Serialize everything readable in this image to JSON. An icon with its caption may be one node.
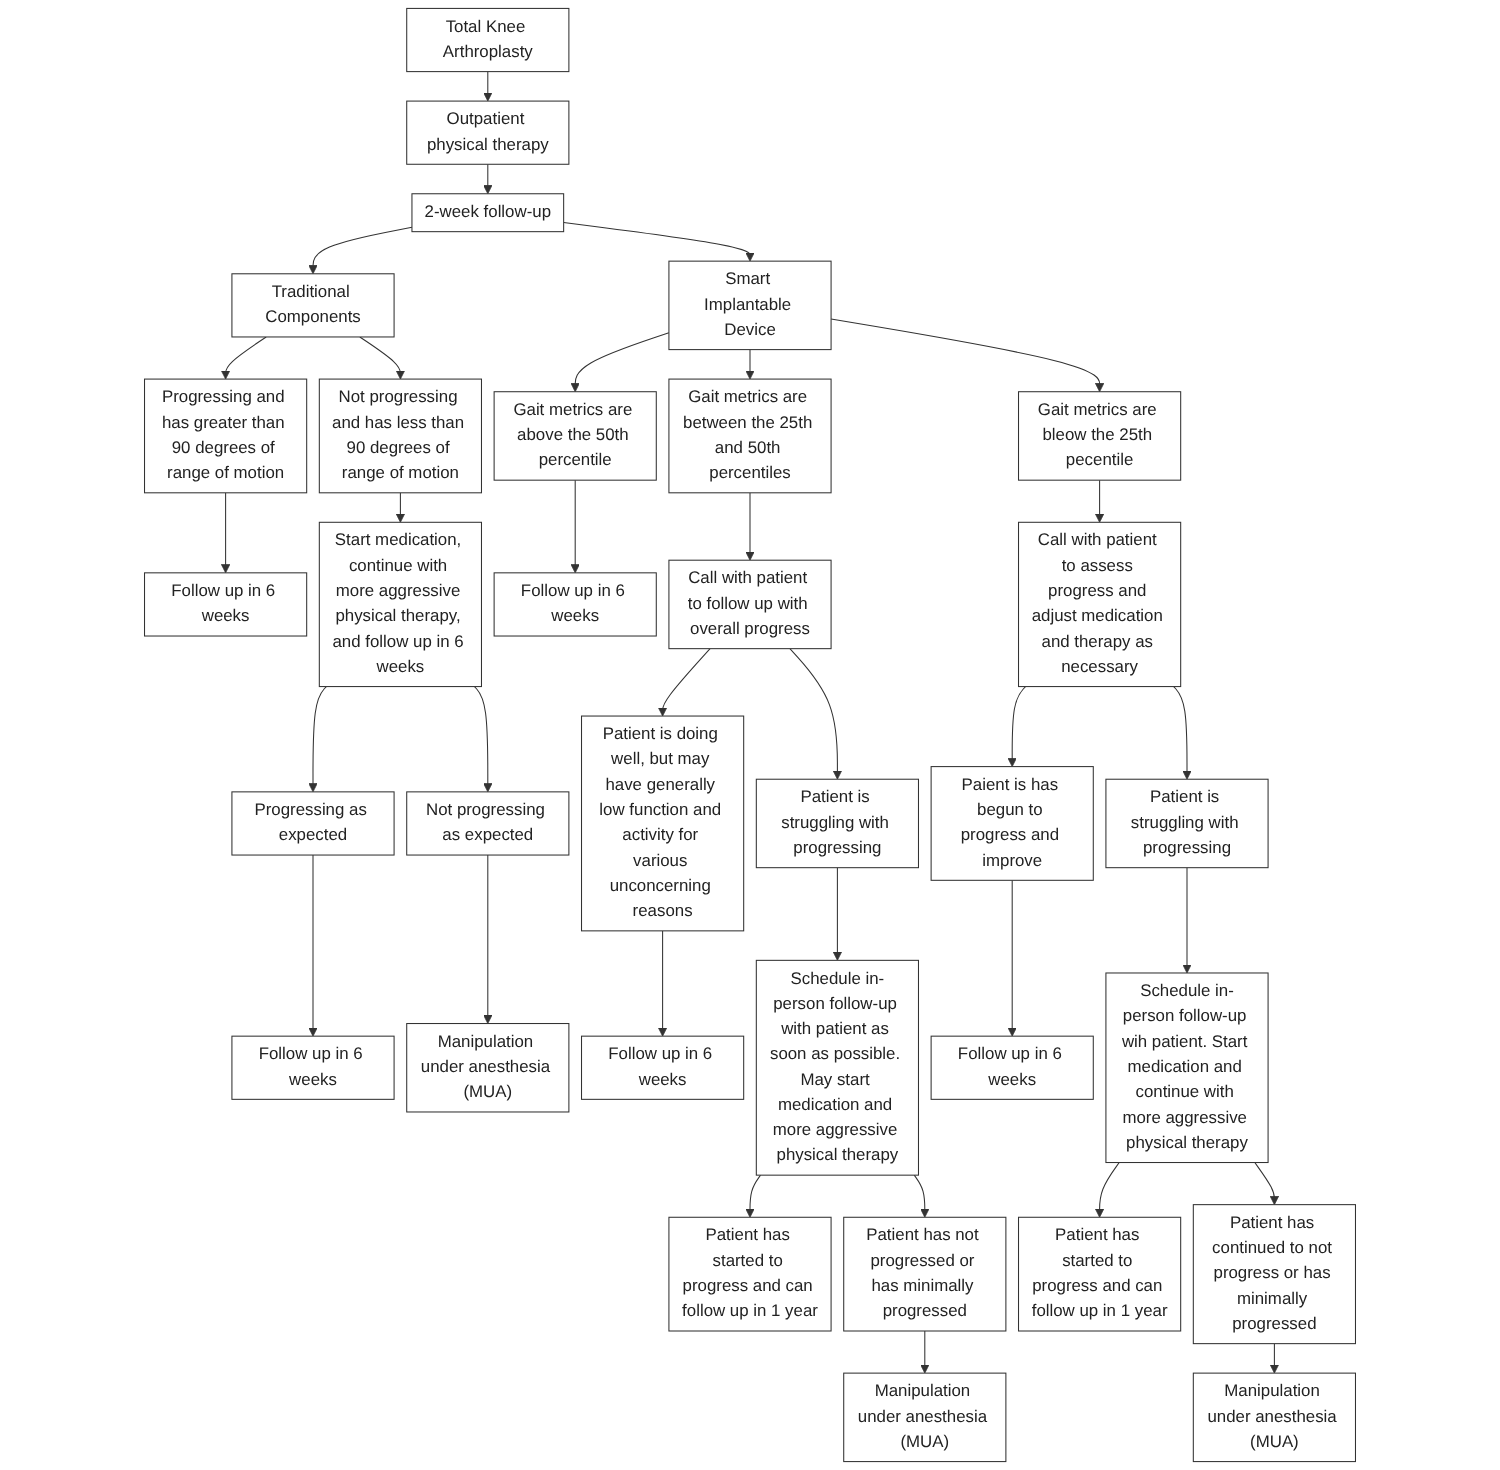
{
  "diagram": {
    "nodes": [
      {
        "text": [
          "Total Knee Arthroplasty"
        ]
      },
      {
        "text": [
          "Outpatient physical therapy"
        ]
      },
      {
        "text": [
          "2-week follow-up"
        ]
      },
      {
        "text": [
          "Traditional Components"
        ]
      },
      {
        "text": [
          "Smart Implantable Device"
        ]
      },
      {
        "text": [
          "Progressing and has greater than 90 degrees of range of motion"
        ]
      },
      {
        "text": [
          "Not progressing and has less than 90 degrees of range of motion"
        ]
      },
      {
        "text": [
          "Gait metrics are above the 50th percentile"
        ]
      },
      {
        "text": [
          "Gait metrics are between the 25th and 50th percentiles"
        ]
      },
      {
        "text": [
          "Gait metrics are bleow the 25th pecentile"
        ]
      },
      {
        "text": [
          "Follow up in 6 weeks"
        ]
      },
      {
        "text": [
          "Start medication, continue with more aggressive physical therapy, and follow up in 6 weeks"
        ]
      },
      {
        "text": [
          "Follow up in 6 weeks"
        ]
      },
      {
        "text": [
          "Call with patient to follow up with overall progress"
        ]
      },
      {
        "text": [
          "Call with patient to assess progress and adjust medication and therapy as necessary"
        ]
      },
      {
        "text": [
          "Progressing as expected"
        ]
      },
      {
        "text": [
          "Not progressing as expected"
        ]
      },
      {
        "text": [
          "Patient is doing well, but may have generally low function and activity for various unconcerning reasons"
        ]
      },
      {
        "text": [
          "Patient is struggling with progressing"
        ]
      },
      {
        "text": [
          "Paient is has begun to progress and improve"
        ]
      },
      {
        "text": [
          "Patient is struggling with progressing"
        ]
      },
      {
        "text": [
          "Follow up in 6 weeks"
        ]
      },
      {
        "text": [
          "Manipulation under anesthesia (MUA)"
        ]
      },
      {
        "text": [
          "Follow up in 6 weeks"
        ]
      },
      {
        "text": [
          "Schedule in-person follow-up with patient as soon as possible. May start medication and more aggressive physical therapy"
        ]
      },
      {
        "text": [
          "Follow up in 6 weeks"
        ]
      },
      {
        "text": [
          "Schedule in-person follow-up wih patient. Start medication and continue with more aggressive physical therapy"
        ]
      },
      {
        "text": [
          "Patient has started to progress and can follow up in 1 year"
        ]
      },
      {
        "text": [
          "Patient has not progressed or has minimally progressed"
        ]
      },
      {
        "text": [
          "Patient has started to progress and can follow up in 1 year"
        ]
      },
      {
        "text": [
          "Patient has continued to not progress or has minimally progressed"
        ]
      },
      {
        "text": [
          "Manipulation under anesthesia (MUA)"
        ]
      },
      {
        "text": [
          "Manipulation under anesthesia (MUA)"
        ]
      }
    ],
    "edges": [
      {
        "from": 0,
        "to": 1,
        "arrow": "to"
      },
      {
        "from": 1,
        "to": 2,
        "arrow": "to"
      },
      {
        "from": 2,
        "to": 3,
        "arrow": "to"
      },
      {
        "from": 2,
        "to": 4,
        "arrow": "to"
      },
      {
        "from": 3,
        "to": 5,
        "arrow": "to"
      },
      {
        "from": 3,
        "to": 6,
        "arrow": "to"
      },
      {
        "from": 4,
        "to": 7,
        "arrow": "to"
      },
      {
        "from": 4,
        "to": 8,
        "arrow": "to"
      },
      {
        "from": 4,
        "to": 9,
        "arrow": "to"
      },
      {
        "from": 5,
        "to": 10,
        "arrow": "to"
      },
      {
        "from": 6,
        "to": 11,
        "arrow": "to"
      },
      {
        "from": 7,
        "to": 12,
        "arrow": "to"
      },
      {
        "from": 8,
        "to": 13,
        "arrow": "to"
      },
      {
        "from": 9,
        "to": 14,
        "arrow": "to"
      },
      {
        "from": 11,
        "to": 15,
        "arrow": "to"
      },
      {
        "from": 11,
        "to": 16,
        "arrow": "to"
      },
      {
        "from": 13,
        "to": 17,
        "arrow": "to"
      },
      {
        "from": 13,
        "to": 18,
        "arrow": "to"
      },
      {
        "from": 14,
        "to": 19,
        "arrow": "to"
      },
      {
        "from": 14,
        "to": 20,
        "arrow": "to"
      },
      {
        "from": 15,
        "to": 21,
        "arrow": "to"
      },
      {
        "from": 16,
        "to": 22,
        "arrow": "to"
      },
      {
        "from": 17,
        "to": 23,
        "arrow": "to"
      },
      {
        "from": 18,
        "to": 24,
        "arrow": "to"
      },
      {
        "from": 19,
        "to": 25,
        "arrow": "to"
      },
      {
        "from": 20,
        "to": 26,
        "arrow": "to"
      },
      {
        "from": 24,
        "to": 27,
        "arrow": "to"
      },
      {
        "from": 24,
        "to": 28,
        "arrow": "to"
      },
      {
        "from": 26,
        "to": 29,
        "arrow": "to"
      },
      {
        "from": 26,
        "to": 30,
        "arrow": "to"
      },
      {
        "from": 28,
        "to": 31,
        "arrow": "to"
      },
      {
        "from": 30,
        "to": 32,
        "arrow": "to"
      }
    ]
  }
}
